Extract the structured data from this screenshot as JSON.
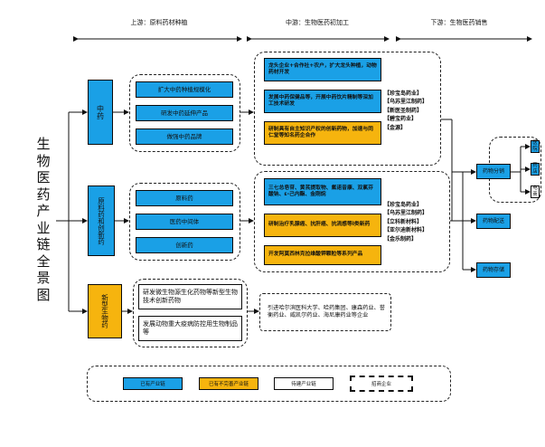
{
  "stages": {
    "upstream": "上游：原料药材种植",
    "midstream": "中游：生物医药初加工",
    "downstream": "下游：生物医药销售"
  },
  "main_title": [
    "生",
    "物",
    "医",
    "药",
    "产",
    "业",
    "链",
    "全",
    "景",
    "图"
  ],
  "categories": {
    "tcm": "中药",
    "api": "原料药和创新药",
    "novel": "新型生物药"
  },
  "upstream_items": {
    "tcm": [
      "扩大中药种植规模化",
      "研发中药延伸产品",
      "做强中药品牌"
    ],
    "api": [
      "原料药",
      "医药中间体",
      "创新药"
    ],
    "novel": [
      "研发微生物源生化药物等新型生物技术创新药物",
      "发展动物重大疫病防控用生物制品等"
    ]
  },
  "midstream": {
    "tcm": [
      "龙头企业+合作社+农户，扩大龙头种植，动物药材开发",
      "发展中药保健品等，开展中药饮片精制等深加工技术研发",
      "研制具有自主知识产权的创新药物，加速与同仁堂等知名药企合作"
    ],
    "tcm_companies": [
      "【珍宝岛药业】",
      "【乌苏里江制药】",
      "【新医圣制药】",
      "【碧宝药业】",
      "【金源】"
    ],
    "api": [
      "三七总皂苷、黄芪提取物、氟诺昔康、双氯芬酸钠、ε-己内酯、金刚烷",
      "研制治疗乳腺癌、抗肝癌、抗流感等I类新药",
      "开发阿莫西林克拉维酸钾颗粒等系列产品"
    ],
    "api_companies": [
      "【珍宝岛药业】",
      "【乌苏里江制药】",
      "【立科新材料】",
      "【亚尔迪新材料】",
      "【金乐制药】"
    ],
    "novel": "引进哈尔滨医科大学、哈药集团、康森药业、誉衡药业、威凯尔药业、海尼康药业等企业"
  },
  "downstream": {
    "distribution": "药物分销",
    "channels": [
      "医院",
      "药店",
      "电商"
    ],
    "logistics": "药物配送",
    "storage": "药物存储"
  },
  "legend": {
    "existing": "已有产业链",
    "incomplete": "已有不完善产业链",
    "planned": "待建产业链",
    "recruit": "招商企业"
  },
  "colors": {
    "existing": "#1aa0e6",
    "incomplete": "#f6b40e"
  }
}
